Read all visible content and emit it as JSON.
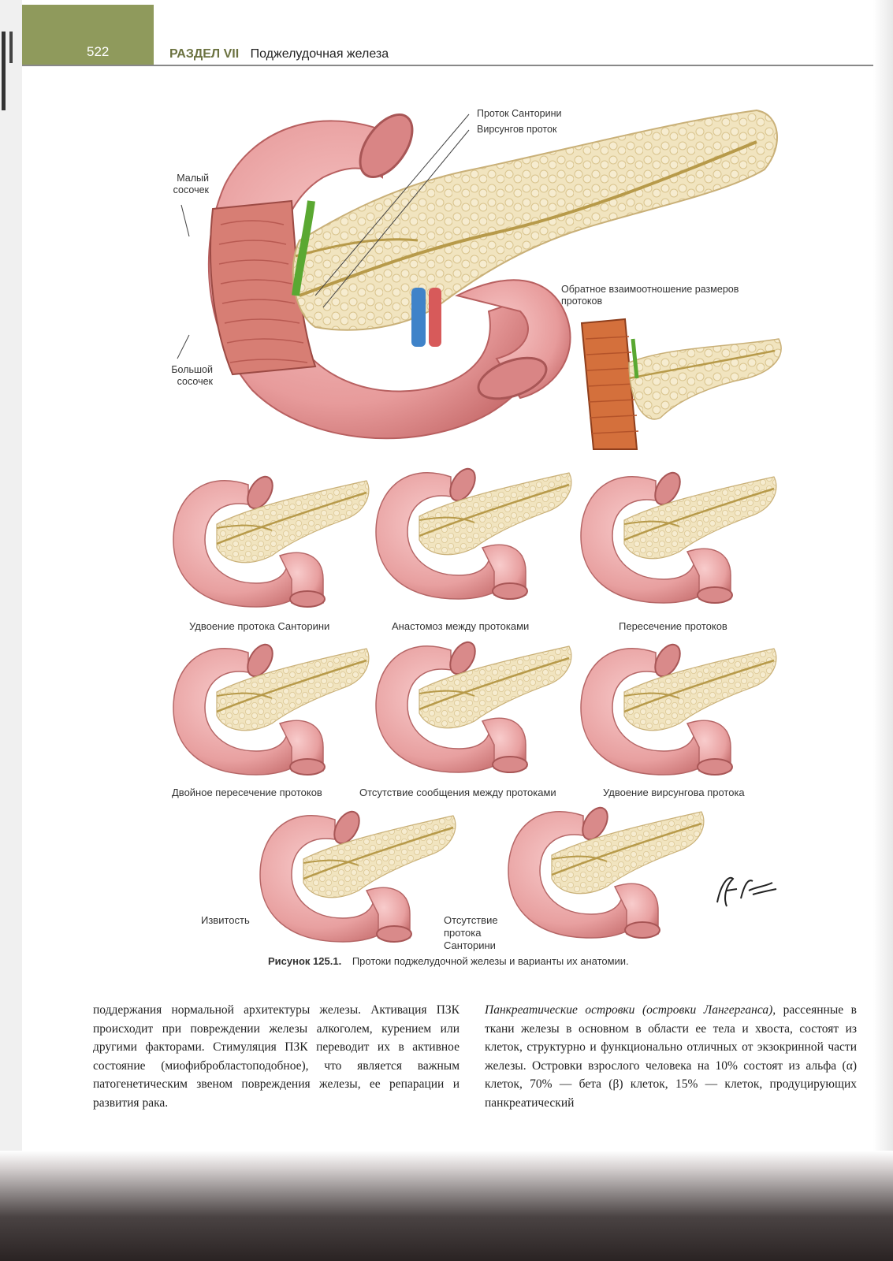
{
  "header": {
    "page_number": "522",
    "section": "РАЗДЕЛ VII",
    "section_title": "Поджелудочная железа"
  },
  "main_figure": {
    "label_santorini": "Проток Санторини",
    "label_wirsung": "Вирсунгов проток",
    "label_minor_papilla": "Малый сосочек",
    "label_major_papilla": "Большой сосочек",
    "inset_label": "Обратное взаимоотношение размеров протоков"
  },
  "variants": [
    {
      "caption": "Удвоение протока Санторини"
    },
    {
      "caption": "Анастомоз между протоками"
    },
    {
      "caption": "Пересечение протоков"
    },
    {
      "caption": "Двойное пересечение протоков"
    },
    {
      "caption": "Отсутствие сообщения между протоками"
    },
    {
      "caption": "Удвоение вирсунгова протока"
    },
    {
      "caption": "Извитость"
    },
    {
      "caption": "Отсутствие протока Санторини"
    }
  ],
  "figure_caption": {
    "number": "Рисунок 125.1.",
    "text": "Протоки поджелудочной железы и варианты их анатомии."
  },
  "text": {
    "left_col": "поддержания нормальной архитектуры железы. Активация ПЗК происходит при повреждении железы алкоголем, курением или другими факторами. Стимуляция ПЗК переводит их в активное состояние (миофибробластоподобное), что является важным патогенетическим звеном повреждения железы, ее репарации и развития рака.",
    "right_col_italic": "Панкреатические островки (островки Лангерганса),",
    "right_col": " рассеянные в ткани железы в основном в области ее тела и хвоста, состоят из клеток, структурно и функционально отличных от экзокринной части железы. Островки взрослого человека на 10% состоят из альфа (α) клеток, 70% — бета (β) клеток, 15% — клеток, продуцирующих панкреатический"
  },
  "colors": {
    "section_accent": "#8f9a5c",
    "duodenum": "#e9a3a3",
    "pancreas": "#efe0b8",
    "duct": "#b79a4a"
  }
}
